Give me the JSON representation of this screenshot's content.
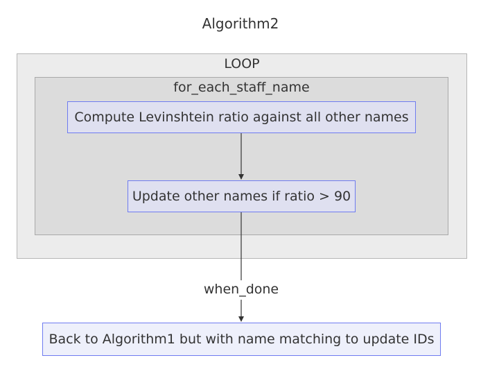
{
  "diagram": {
    "title": "Algorithm2",
    "clusters": {
      "outer": {
        "label": "LOOP"
      },
      "inner": {
        "label": "for_each_staff_name"
      }
    },
    "nodes": {
      "compute": {
        "label": "Compute Levinshtein ratio against all other names"
      },
      "update": {
        "label": "Update other names if ratio > 90"
      },
      "back": {
        "label": "Back to Algorithm1 but with name matching to update IDs"
      }
    },
    "edges": [
      {
        "from": "compute",
        "to": "update",
        "label": ""
      },
      {
        "from": "update",
        "to": "back",
        "label": "when_done"
      }
    ],
    "colors": {
      "node_border": "#6e7bf0",
      "node_fill": "#dfe0f0",
      "final_node_fill": "#eef0fb",
      "outer_cluster_fill": "#ececec",
      "inner_cluster_fill": "#dcdcdc",
      "edge": "#333333"
    }
  }
}
